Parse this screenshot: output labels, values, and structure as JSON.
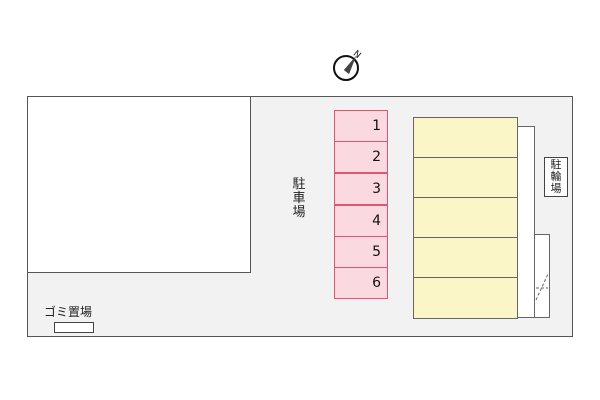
{
  "compass": {
    "north_label": "N"
  },
  "parking": {
    "label": "駐車場",
    "label_chars": [
      "駐",
      "車",
      "場"
    ],
    "slots": [
      "1",
      "2",
      "3",
      "4",
      "5",
      "6"
    ]
  },
  "bicycle_parking": {
    "label": "駐輪場",
    "label_chars": [
      "駐",
      "輪",
      "場"
    ]
  },
  "garbage": {
    "label": "ゴミ置場"
  },
  "colors": {
    "parking_fill": "#fbd9e1",
    "parking_border": "#e0556f",
    "building_fill": "#fbf6c8",
    "site_fill": "#f2f2f2"
  }
}
